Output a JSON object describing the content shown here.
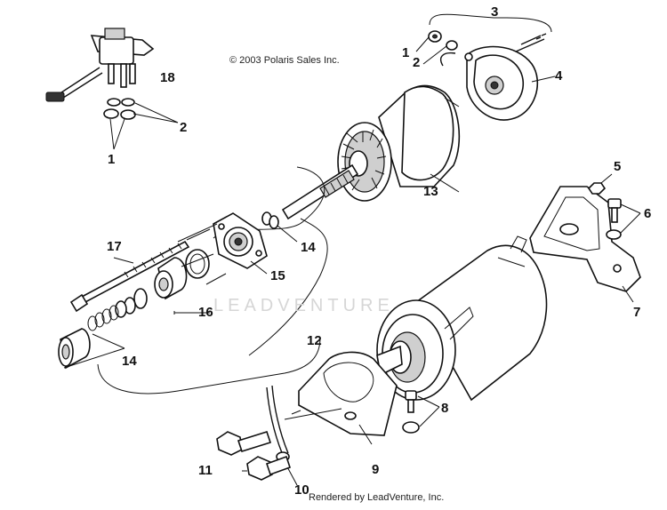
{
  "diagram": {
    "copyright": "© 2003 Polaris Sales Inc.",
    "watermark": "LEADVENTURE",
    "footer": "Rendered by LeadVenture, Inc.",
    "callouts": {
      "c1a": "1",
      "c1b": "1",
      "c2a": "2",
      "c2b": "2",
      "c3": "3",
      "c4": "4",
      "c5": "5",
      "c6": "6",
      "c7": "7",
      "c8": "8",
      "c9": "9",
      "c10": "10",
      "c11": "11",
      "c12": "12",
      "c13": "13",
      "c14a": "14",
      "c14b": "14",
      "c15": "15",
      "c16": "16",
      "c17": "17",
      "c18": "18"
    }
  }
}
